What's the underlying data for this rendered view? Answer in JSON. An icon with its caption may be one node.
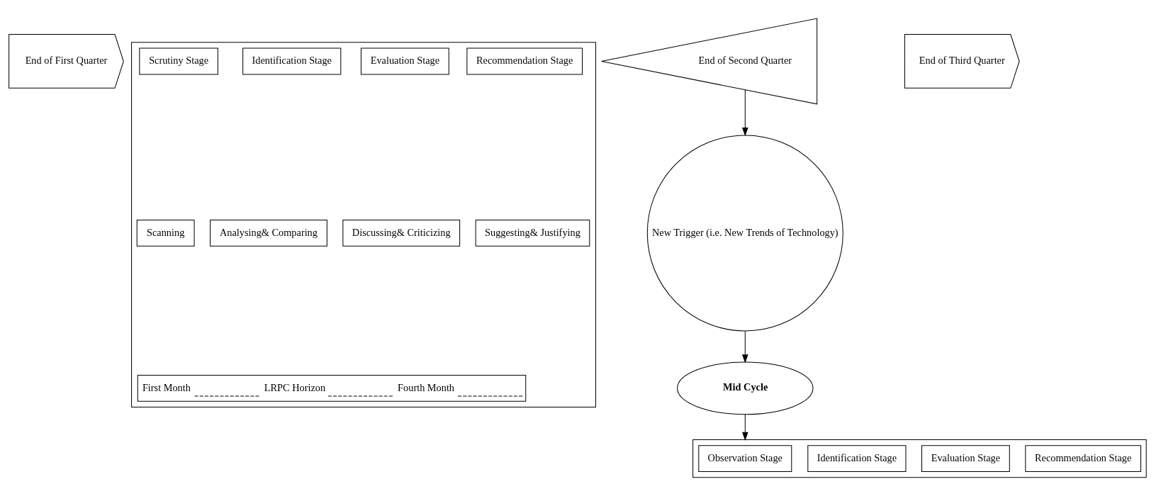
{
  "diagram": {
    "nodes": [
      {
        "text": [
          "End of First Quarter"
        ]
      },
      {
        "text": [],
        "shape": "box"
      },
      {
        "text": [
          "Scrutiny Stage"
        ],
        "in": 1
      },
      {
        "text": [
          "Identification Stage"
        ],
        "in": 1
      },
      {
        "text": [
          "Evaluation Stage"
        ],
        "in": 1
      },
      {
        "text": [
          "Recommendation Stage"
        ],
        "in": 1
      },
      {
        "text": [
          "Scanning"
        ],
        "in": 1
      },
      {
        "text": [
          "Analysing& Comparing"
        ],
        "in": 1
      },
      {
        "text": [
          "Discussing& Criticizing"
        ],
        "in": 1
      },
      {
        "text": [
          "Suggesting& Justifying"
        ],
        "in": 1
      },
      {
        "text": [
          "First Month",
          "LRPC Horizon",
          "Fourth Month"
        ],
        "in": 1
      },
      {
        "text": [
          "End of Second Quarter"
        ]
      },
      {
        "text": [
          "End of Third Quarter"
        ]
      },
      {
        "text": [
          "New Trigger (i.e. New Trends of Technology)"
        ]
      },
      {
        "text": [
          "Mid Cycle"
        ]
      },
      {
        "text": [],
        "shape": "box"
      },
      {
        "text": [
          "Observation Stage"
        ],
        "in": 15
      },
      {
        "text": [
          "Identification Stage"
        ],
        "in": 15
      },
      {
        "text": [
          "Evaluation Stage"
        ],
        "in": 15
      },
      {
        "text": [
          "Recommendation Stage"
        ],
        "in": 15
      }
    ],
    "edges": [
      {
        "from": 11,
        "to": 13,
        "arrow": "to"
      },
      {
        "from": 13,
        "to": 14,
        "arrow": "to"
      },
      {
        "from": 14,
        "to": 15,
        "arrow": "to"
      }
    ]
  }
}
